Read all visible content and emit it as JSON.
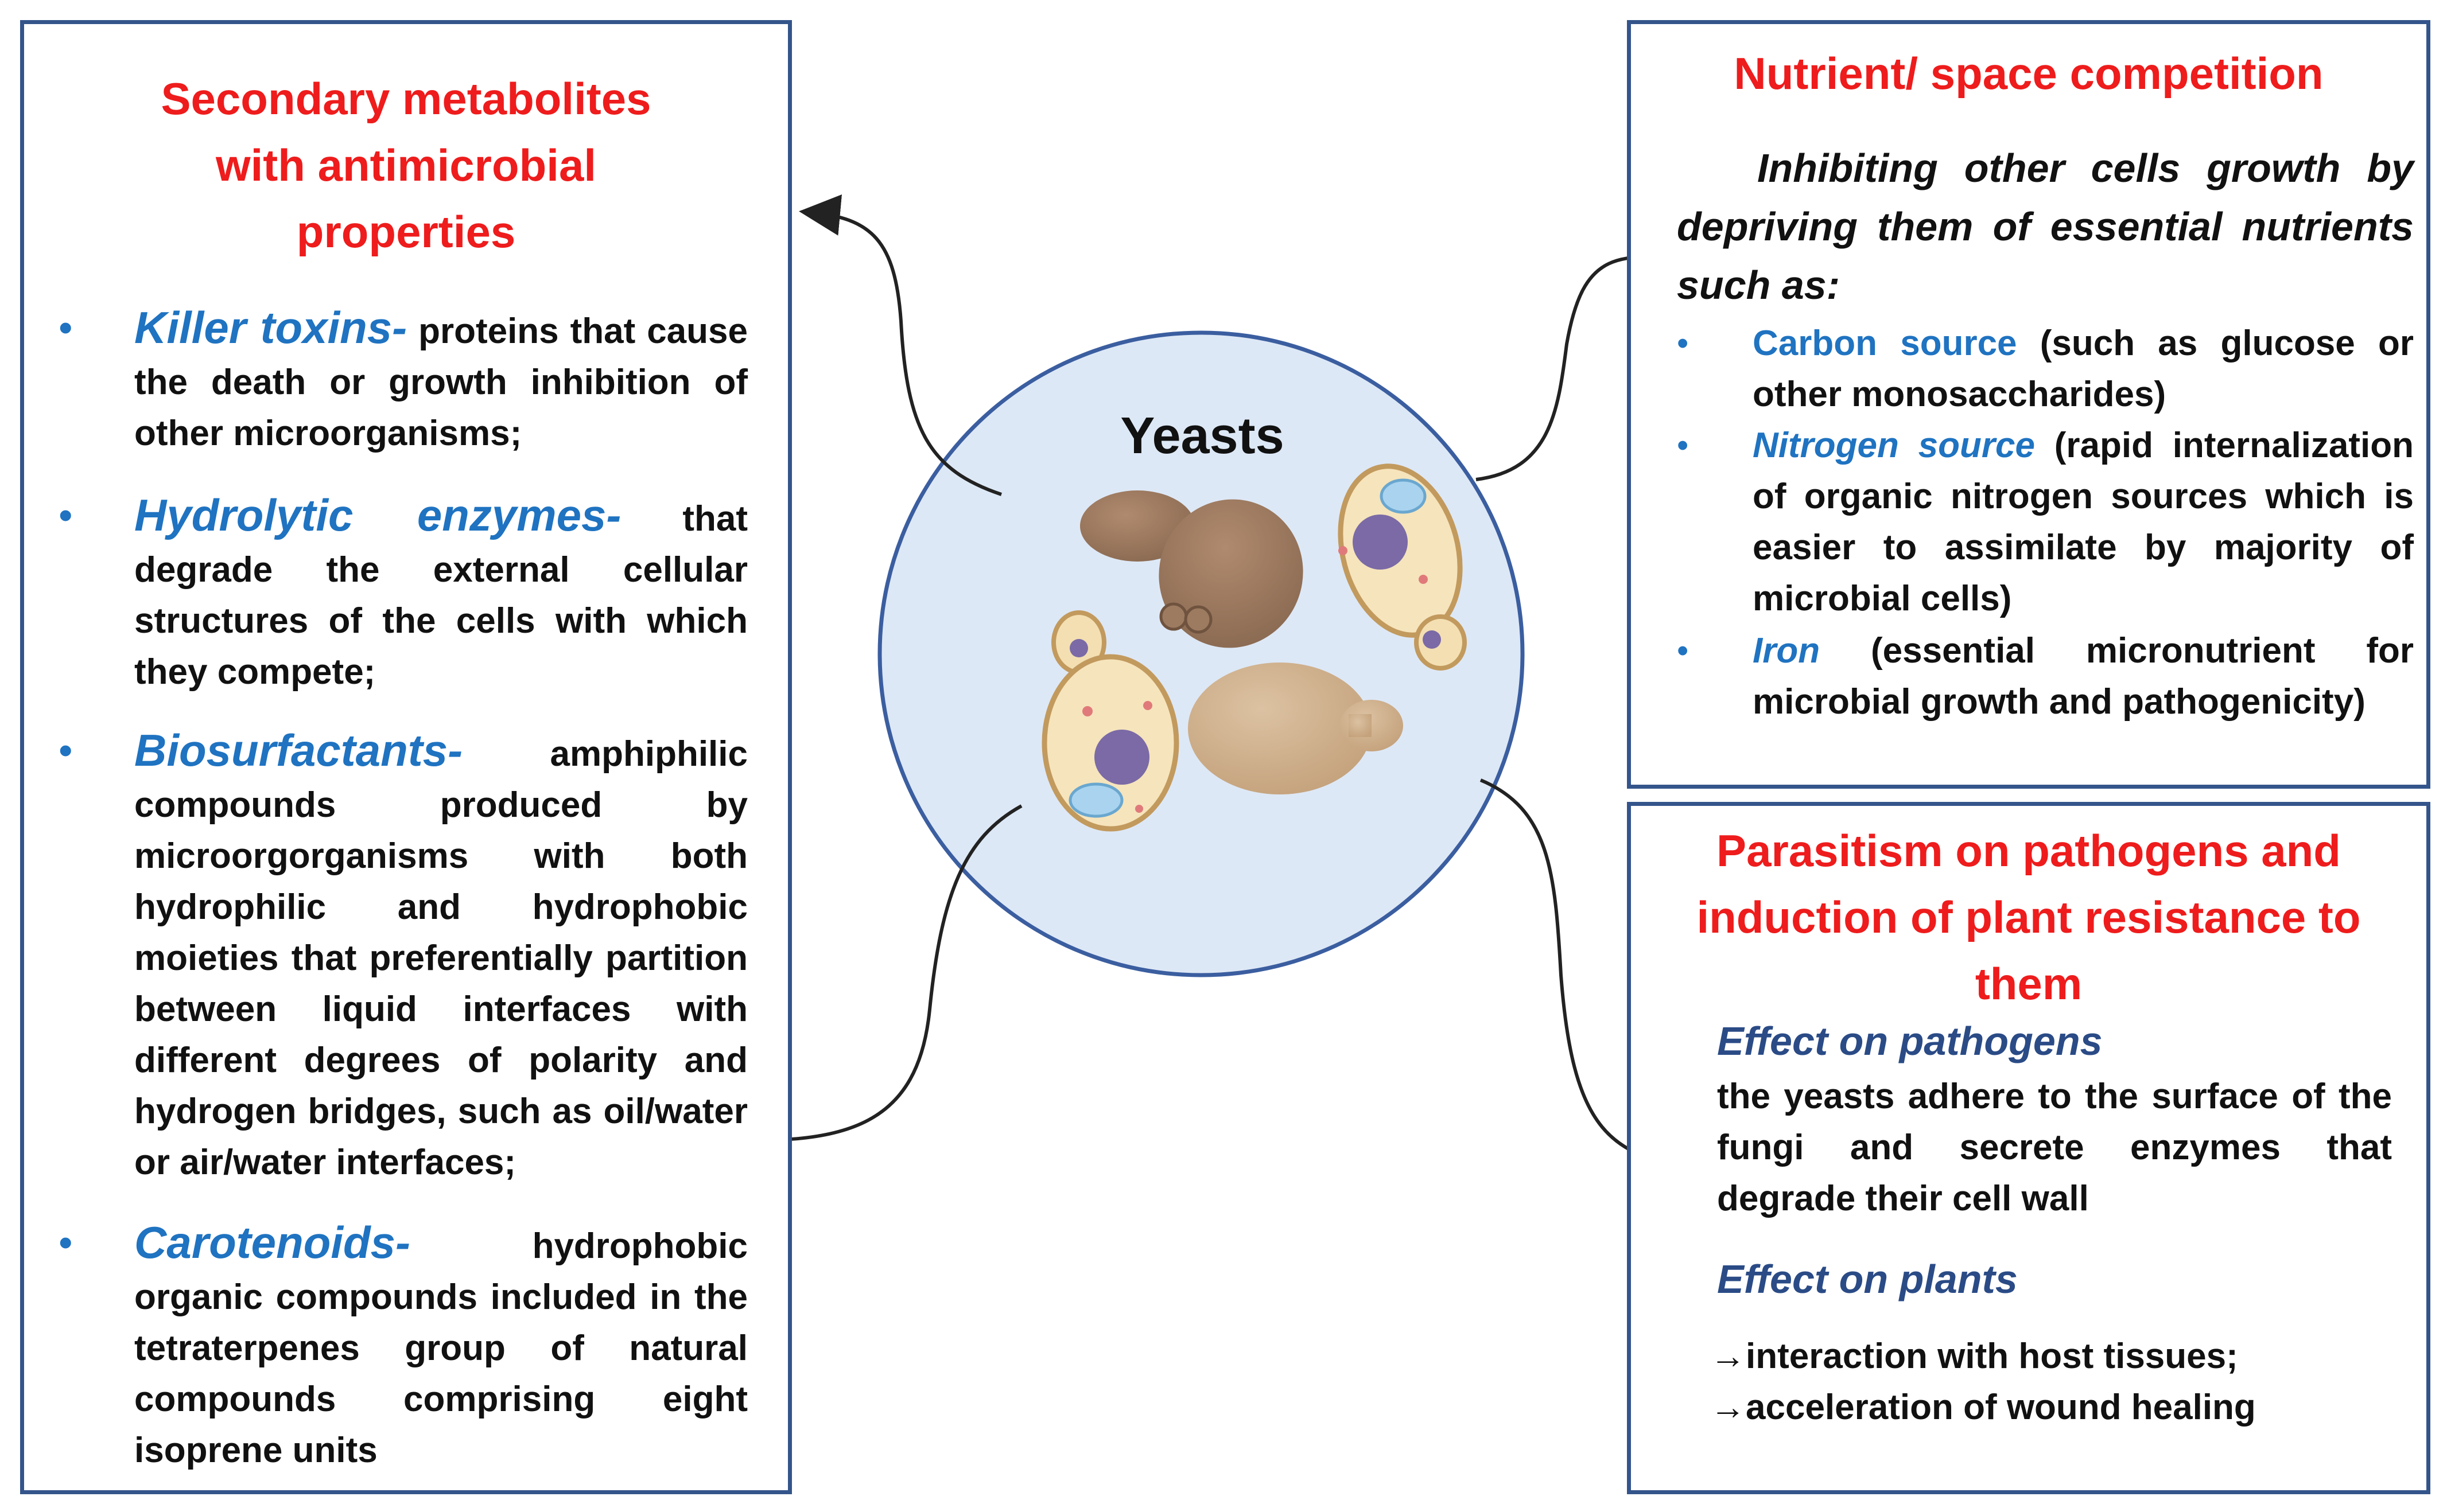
{
  "center": {
    "label": "Yeasts"
  },
  "left_box": {
    "title_lines": [
      "Secondary metabolites",
      "with antimicrobial",
      "properties"
    ],
    "items": [
      {
        "term": "Killer toxins-",
        "text": " proteins that cause the death or growth inhibition of other microorganisms;"
      },
      {
        "term": "Hydrolytic enzymes-",
        "text": " that degrade the external cellular structures of the cells with which they compete;"
      },
      {
        "term": "Biosurfactants-",
        "text": " amphiphilic compounds produced by microorgorganisms with both hydrophilic and hydrophobic moieties that preferentially partition between liquid interfaces with different degrees of polarity and hydrogen bridges, such as oil/water or air/water interfaces;"
      },
      {
        "term": "Carotenoids-",
        "text": " hydrophobic organic compounds included in the tetraterpenes group of natural compounds comprising eight isoprene units"
      }
    ]
  },
  "top_right_box": {
    "title": "Nutrient/ space competition",
    "intro": "Inhibiting other cells growth by depriving them of essential nutrients such as:",
    "items": [
      {
        "term": "Carbon source",
        "text": " (such as glucose or other monosaccharides)"
      },
      {
        "term": "Nitrogen source",
        "text": " (rapid internalization of organic nitrogen sources which is easier to assimilate by majority of microbial cells)"
      },
      {
        "term": "Iron",
        "text": " (essential micronutrient for microbial growth and pathogenicity)"
      }
    ]
  },
  "bottom_right_box": {
    "title_lines": [
      "Parasitism on pathogens and",
      "induction of plant resistance to",
      "them"
    ],
    "pathogens_heading": "Effect on pathogens",
    "pathogens_text": "the yeasts adhere to the surface of the fungi and secrete enzymes that degrade their cell wall",
    "plants_heading": "Effect on plants",
    "plants_items": [
      "→interaction with host tissues;",
      "→acceleration of wound healing"
    ]
  },
  "colors": {
    "title_red": "#ee1c1c",
    "term_blue": "#1f73c1",
    "box_border": "#34558b",
    "circle_fill": "#dde8f6",
    "circle_stroke": "#3b5ea0"
  }
}
